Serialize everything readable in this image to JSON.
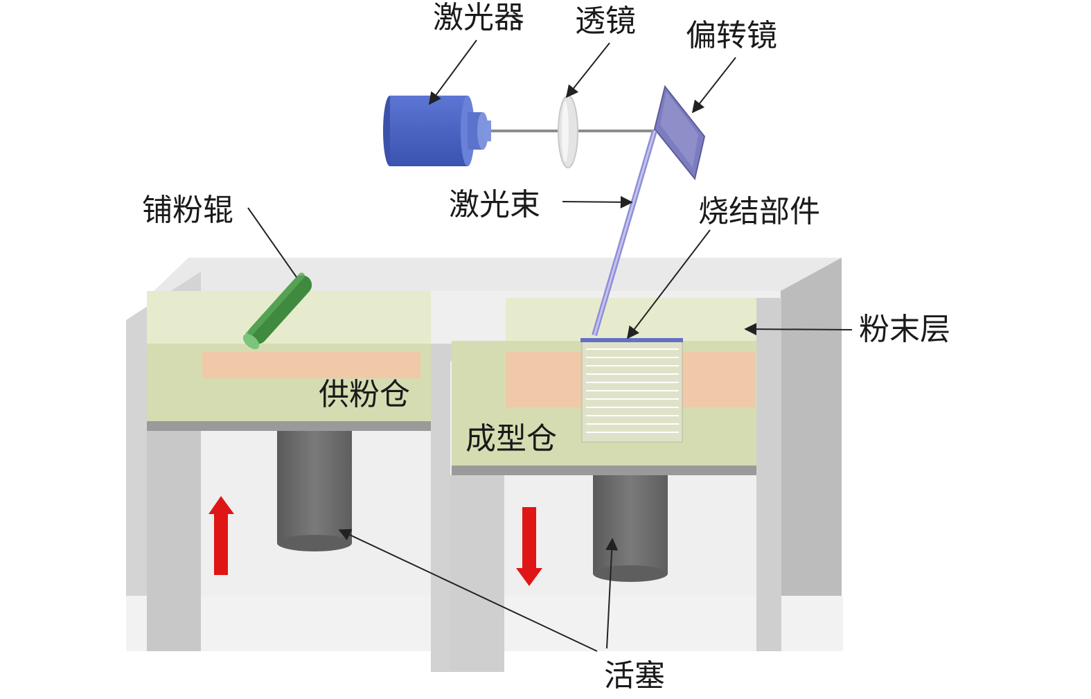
{
  "labels": {
    "laser": "激光器",
    "lens": "透镜",
    "deflector": "偏转镜",
    "laser_beam": "激光束",
    "sintered_part": "烧结部件",
    "roller": "铺粉辊",
    "powder_layer": "粉末层",
    "supply_bin": "供粉仓",
    "build_bin": "成型仓",
    "piston": "活塞"
  },
  "colors": {
    "laser_body": "#4f69c6",
    "powder": "#d6dcb1",
    "pink_zone": "#efc9a8",
    "frame": "#c9c9c9",
    "frame_light": "#e8e8e8",
    "piston": "#6f6f6f",
    "roller": "#3f8a3f",
    "arrow_red": "#e01515"
  },
  "motion": {
    "supply_piston": "up",
    "build_piston": "down"
  }
}
